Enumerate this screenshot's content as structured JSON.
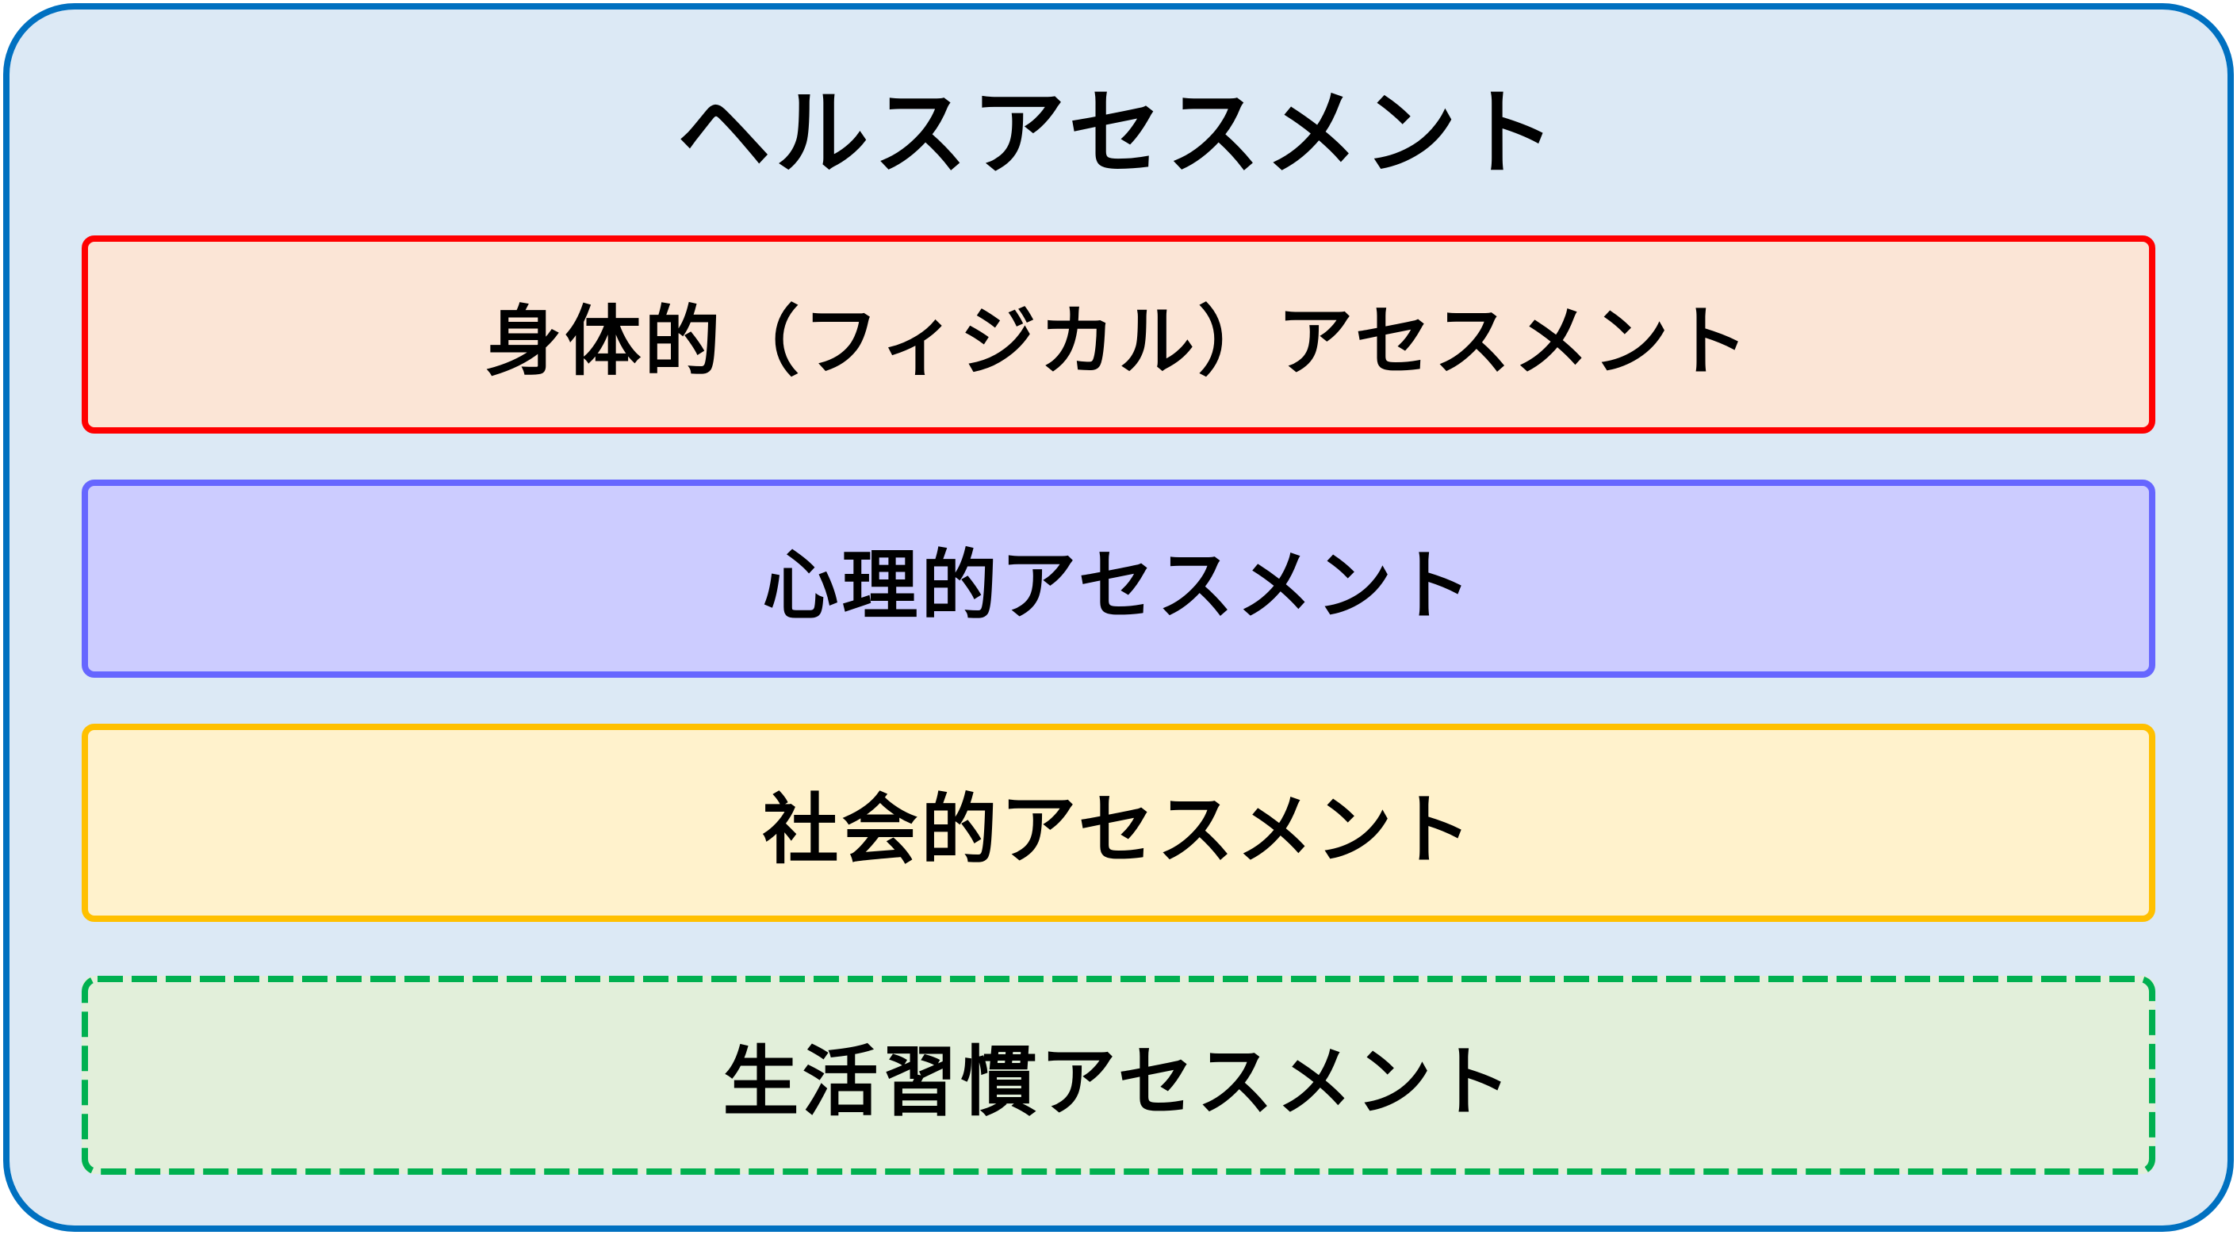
{
  "diagram": {
    "title": "ヘルスアセスメント",
    "colors": {
      "outer_border": "#0070c0",
      "outer_fill": "#dce9f5"
    },
    "boxes": [
      {
        "label": "身体的（フィジカル）アセスメント",
        "border": "#ff0000",
        "fill": "#fbe5d6",
        "border_style": "solid"
      },
      {
        "label": "心理的アセスメント",
        "border": "#6666ff",
        "fill": "#ccccff",
        "border_style": "solid"
      },
      {
        "label": "社会的アセスメント",
        "border": "#ffc000",
        "fill": "#fff2cc",
        "border_style": "solid"
      },
      {
        "label": "生活習慣アセスメント",
        "border": "#00b050",
        "fill": "#e2efda",
        "border_style": "dashed"
      }
    ]
  }
}
